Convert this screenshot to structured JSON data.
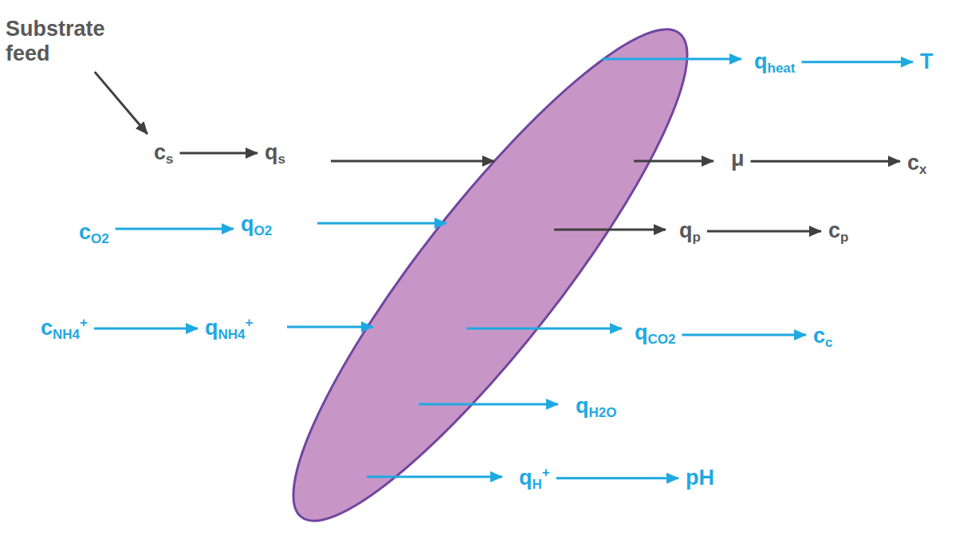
{
  "diagram": {
    "nodes": [
      {
        "text": [
          "Substrate feed"
        ]
      },
      {
        "text": [
          "qheat"
        ]
      },
      {
        "text": [
          "T"
        ]
      },
      {
        "text": [
          "cs"
        ]
      },
      {
        "text": [
          "qs"
        ]
      },
      {
        "text": [
          "μ"
        ]
      },
      {
        "text": [
          "cx"
        ]
      },
      {
        "text": [
          "cO2"
        ]
      },
      {
        "text": [
          "qO2"
        ]
      },
      {
        "text": [
          "qp"
        ]
      },
      {
        "text": [
          "cp"
        ]
      },
      {
        "text": [
          "cNH4+"
        ]
      },
      {
        "text": [
          "qNH4+"
        ]
      },
      {
        "text": [
          "qCO2"
        ]
      },
      {
        "text": [
          "cc"
        ]
      },
      {
        "text": [
          "qH2O"
        ]
      },
      {
        "text": [
          "qH+"
        ]
      },
      {
        "text": [
          "pH"
        ]
      }
    ],
    "edges": [
      {
        "from": 0,
        "to": 3,
        "arrow": "to"
      },
      {
        "from": 1,
        "to": 2,
        "arrow": "to"
      },
      {
        "from": 3,
        "to": 4,
        "arrow": "to"
      },
      {
        "from": 5,
        "to": 6,
        "arrow": "to"
      },
      {
        "from": 7,
        "to": 8,
        "arrow": "to"
      },
      {
        "from": 9,
        "to": 10,
        "arrow": "to"
      },
      {
        "from": 11,
        "to": 12,
        "arrow": "to"
      },
      {
        "from": 13,
        "to": 14,
        "arrow": "to"
      },
      {
        "from": 16,
        "to": 17,
        "arrow": "to"
      }
    ]
  }
}
